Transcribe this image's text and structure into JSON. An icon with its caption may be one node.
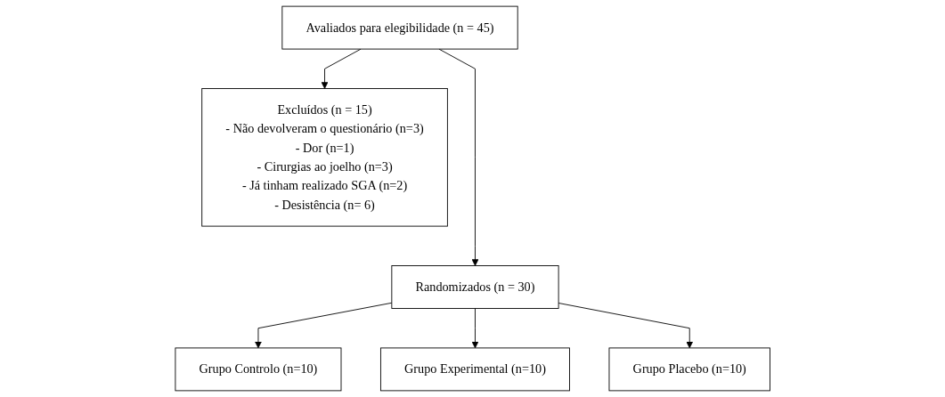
{
  "diagram": {
    "nodes": [
      {
        "text": [
          "Avaliados para elegibilidade (n = 45)"
        ]
      },
      {
        "text": [
          "Excluídos (n = 15)",
          "- Não devolveram o questionário (n=3)",
          "- Dor (n=1)",
          "- Cirurgias ao joelho (n=3)",
          "- Já tinham realizado SGA (n=2)",
          "- Desistência (n= 6)"
        ]
      },
      {
        "text": [
          "Randomizados (n = 30)"
        ]
      },
      {
        "text": [
          "Grupo Controlo (n=10)"
        ]
      },
      {
        "text": [
          "Grupo Experimental (n=10)"
        ]
      },
      {
        "text": [
          "Grupo Placebo (n=10)"
        ]
      }
    ],
    "edges": [
      {
        "from": 0,
        "to": 2,
        "arrow": "to"
      },
      {
        "from": 0,
        "to": 1,
        "arrow": "to"
      },
      {
        "from": 2,
        "to": 3,
        "arrow": "to"
      },
      {
        "from": 2,
        "to": 4,
        "arrow": "to"
      },
      {
        "from": 2,
        "to": 5,
        "arrow": "to"
      }
    ]
  }
}
